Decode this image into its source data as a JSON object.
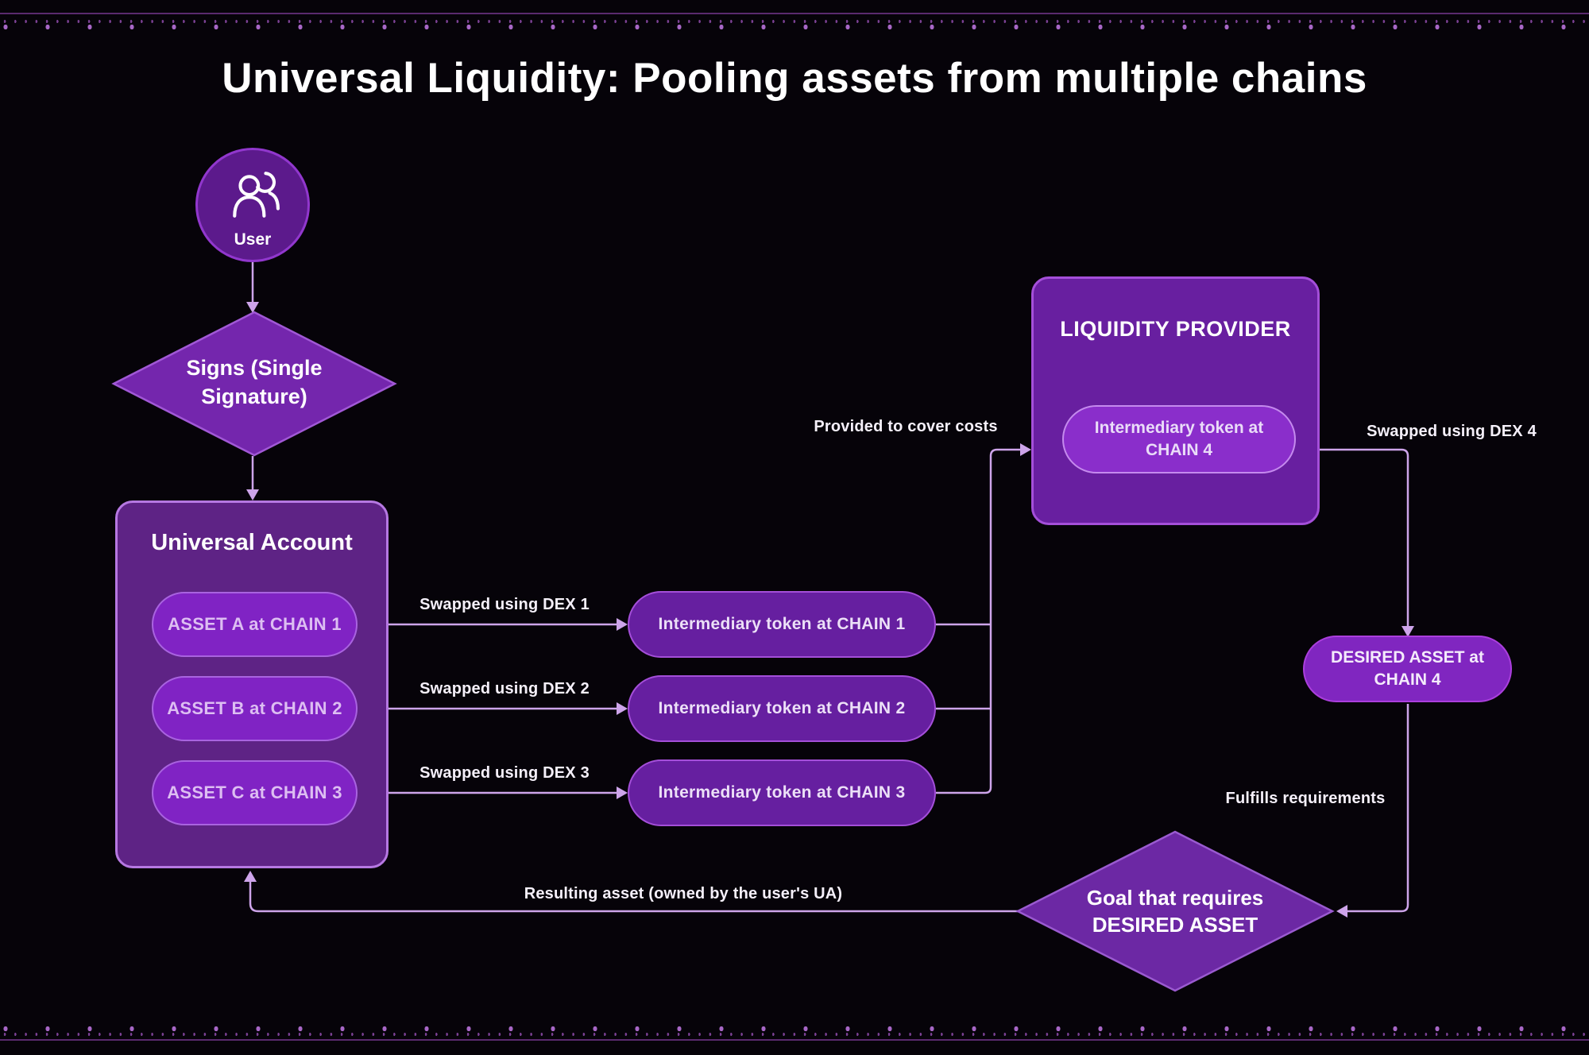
{
  "title": "Universal Liquidity: Pooling assets from multiple chains",
  "user": {
    "label": "User"
  },
  "signs_diamond": {
    "label": "Signs (Single Signature)"
  },
  "universal_account": {
    "title": "Universal Account",
    "assets": [
      "ASSET A at CHAIN 1",
      "ASSET B at CHAIN 2",
      "ASSET C at CHAIN 3"
    ]
  },
  "swap_labels": [
    "Swapped using DEX 1",
    "Swapped using DEX 2",
    "Swapped using DEX 3"
  ],
  "intermediary_tokens": [
    "Intermediary token at CHAIN 1",
    "Intermediary token at CHAIN 2",
    "Intermediary token at CHAIN 3"
  ],
  "liquidity_provider": {
    "title": "LIQUIDITY PROVIDER",
    "token": "Intermediary token at CHAIN 4"
  },
  "desired_asset": {
    "label": "DESIRED ASSET at CHAIN 4"
  },
  "goal_diamond": {
    "label": "Goal that requires DESIRED ASSET"
  },
  "edge_labels": {
    "provided": "Provided to cover costs",
    "dex4": "Swapped using DEX 4",
    "fulfills": "Fulfills requirements",
    "resulting": "Resulting asset (owned by the user's UA)"
  },
  "colors": {
    "background": "#060309",
    "connector": "#cda4ea",
    "panel_dark": "#5e2385",
    "panel_mid": "#681fa0",
    "pill_bright": "#8023c4",
    "diamond_fill": "#7426ad",
    "border_light": "#b678e2",
    "text": "#ffffff"
  }
}
